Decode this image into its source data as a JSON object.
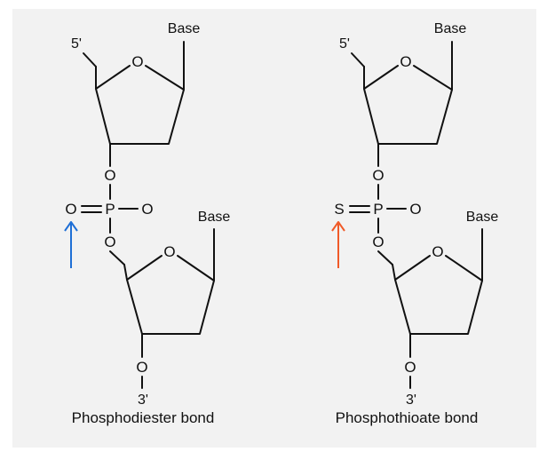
{
  "colors": {
    "background": "#f2f2f2",
    "ink": "#111111",
    "arrow_left": "#1f6fd6",
    "arrow_right": "#f05a28"
  },
  "left": {
    "caption": "Phosphodiester bond",
    "prime5": "5'",
    "prime3": "3'",
    "base_top": "Base",
    "base_bottom": "Base",
    "double_bond_atom": "O",
    "phosphorus": "P",
    "oxygen": "O",
    "arrow_icon": "up-arrow"
  },
  "right": {
    "caption": "Phosphothioate bond",
    "prime5": "5'",
    "prime3": "3'",
    "base_top": "Base",
    "base_bottom": "Base",
    "double_bond_atom": "S",
    "phosphorus": "P",
    "oxygen": "O",
    "arrow_icon": "up-arrow"
  }
}
